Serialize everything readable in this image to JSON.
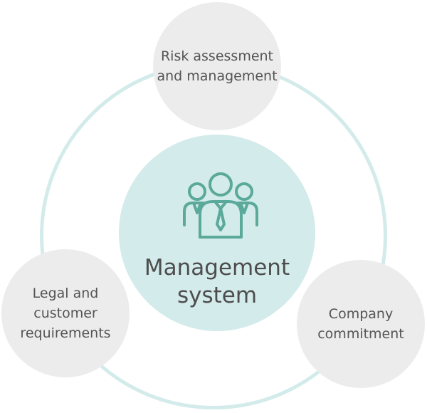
{
  "diagram": {
    "center_label": "Management\nsystem",
    "center_icon": "team-people-icon",
    "nodes": {
      "top": "Risk assessment\nand management",
      "left": "Legal and\ncustomer\nrequirements",
      "right": "Company\ncommitment"
    },
    "colors": {
      "ring": "#d3ebea",
      "center_fill": "#d3ebea",
      "node_fill": "#ececec",
      "icon": "#5aa99a",
      "text": "#545454"
    }
  }
}
